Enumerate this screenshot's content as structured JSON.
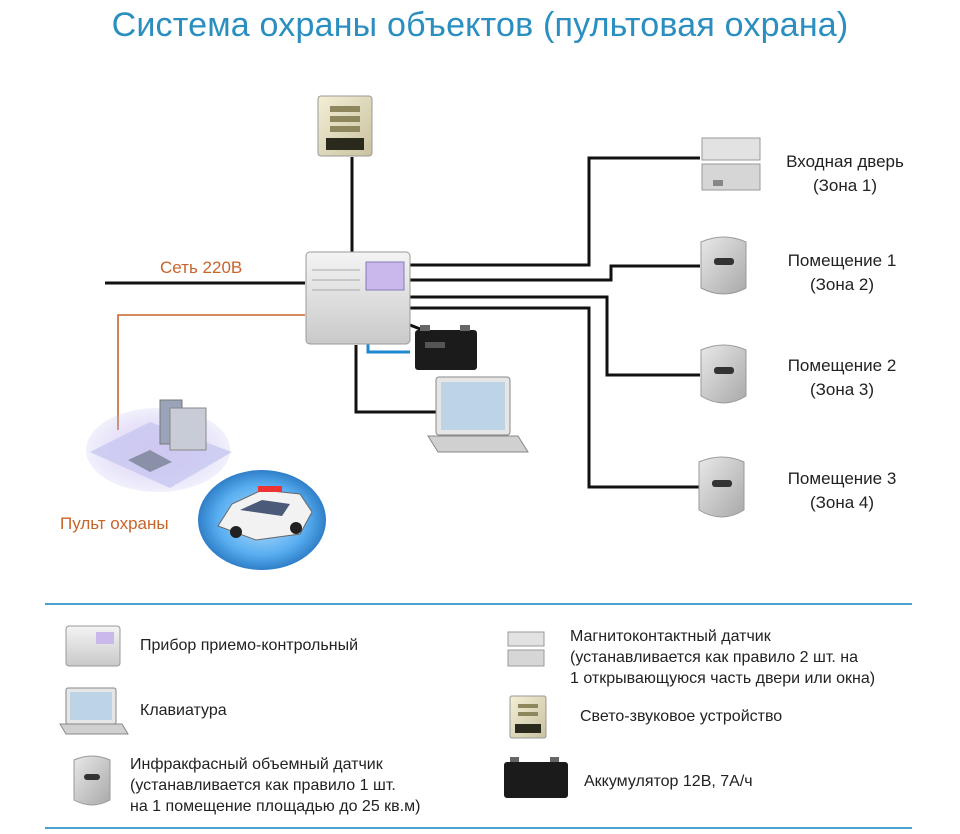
{
  "title": "Система охраны объектов (пультовая охрана)",
  "labels": {
    "mains": "Сеть 220В",
    "console": "Пульт охраны",
    "zones": [
      {
        "name": "Входная дверь",
        "zone": "(Зона 1)"
      },
      {
        "name": "Помещение 1",
        "zone": "(Зона 2)"
      },
      {
        "name": "Помещение 2",
        "zone": "(Зона 3)"
      },
      {
        "name": "Помещение 3",
        "zone": "(Зона 4)"
      }
    ]
  },
  "legend": {
    "panel": "Прибор приемо-контрольный",
    "keypad": "Клавиатура",
    "ir_sensor": [
      "Инфракфасный объемный датчик",
      "(устанавливается как правило 1 шт.",
      "на 1 помещение площадью до 25 кв.м)"
    ],
    "magnetic_sensor": [
      "Магнитоконтактный датчик",
      "(устанавливается как правило 2 шт. на",
      "1 открывающуюся часть двери или окна)"
    ],
    "siren": "Свето-звуковое устройство",
    "battery": "Аккумулятор 12В,  7А/ч"
  },
  "colors": {
    "title": "#2a8fc0",
    "wire": "#111111",
    "phone_line": "#c8642a",
    "keypad_arrow": "#1e88d0",
    "divider": "#4aa3d0",
    "device_body": "#dcdcdc"
  },
  "icons": [
    "siren-icon",
    "control-panel-icon",
    "battery-icon",
    "keypad-icon",
    "magnetic-sensor-icon",
    "motion-sensor-icon",
    "console-icon",
    "police-car-icon"
  ]
}
